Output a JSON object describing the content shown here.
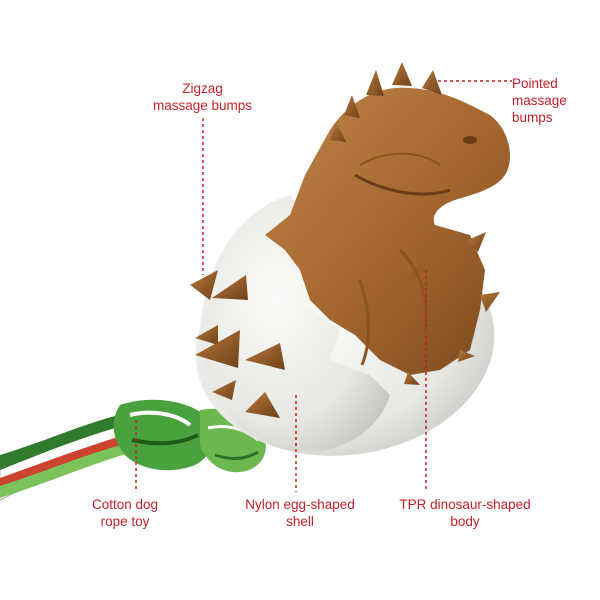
{
  "labels": {
    "zigzag": [
      "Zigzag",
      "massage bumps"
    ],
    "pointed": [
      "Pointed",
      "massage",
      "bumps"
    ],
    "rope": [
      "Cotton dog",
      "rope toy"
    ],
    "egg": [
      "Nylon egg-shaped",
      "shell"
    ],
    "tpr": [
      "TPR dinosaur-shaped",
      "body"
    ]
  },
  "colors": {
    "label_red": "#c8202a",
    "dino_brown": "#a86b34",
    "egg_white": "#eeeeeb",
    "rope_green": "#3d9a3a"
  }
}
